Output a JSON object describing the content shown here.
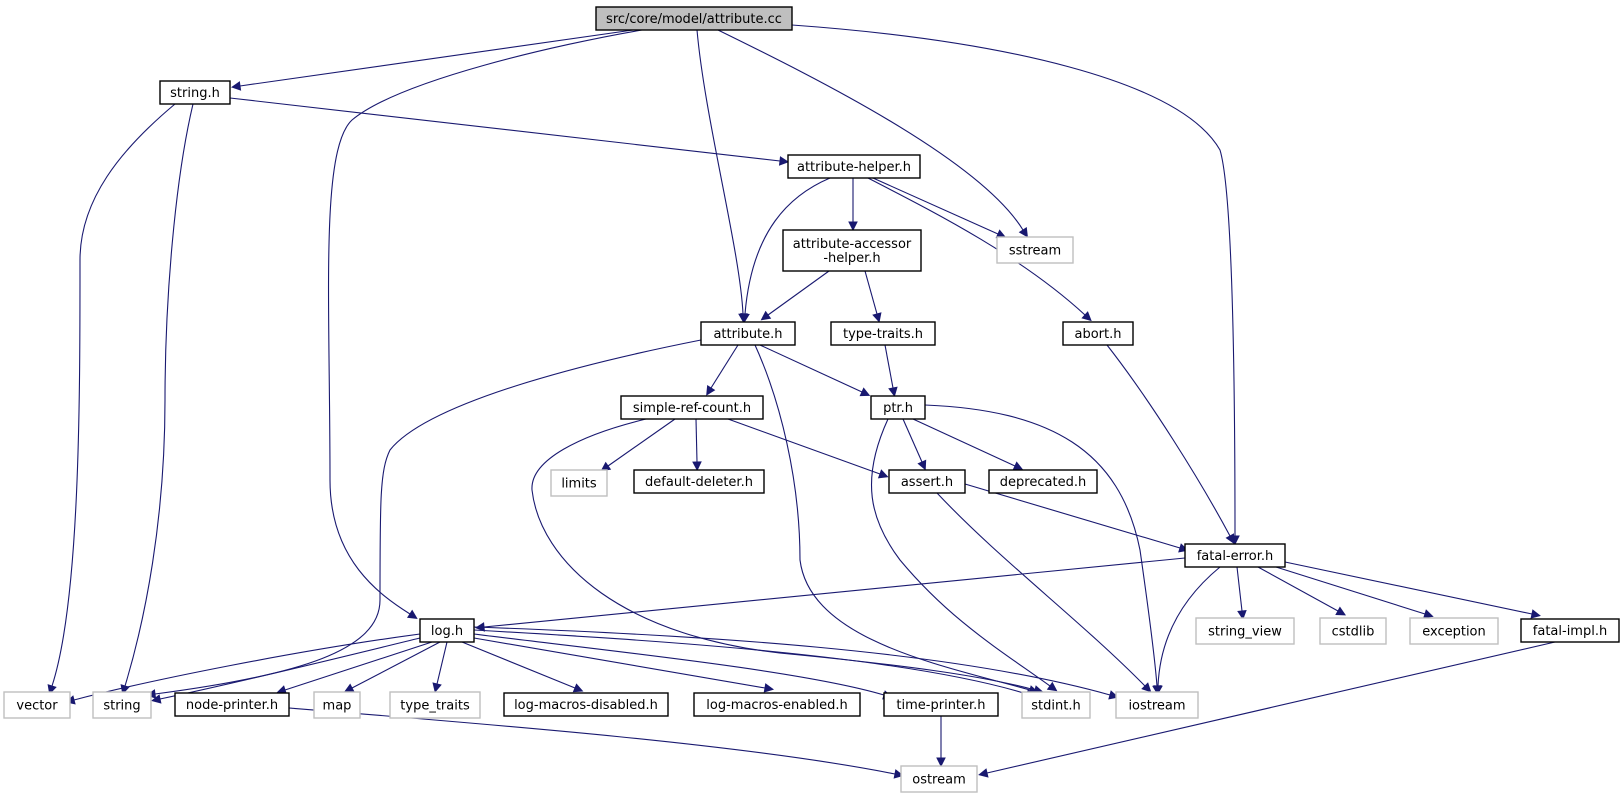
{
  "graph": {
    "colors": {
      "edge": "#191970",
      "root_fill": "#bfbfbf",
      "project_border": "#000000",
      "external_border": "#bfbfbf",
      "text": "#000000"
    },
    "nodes": [
      {
        "id": "attribute_cc",
        "label": "src/core/model/attribute.cc",
        "kind": "root"
      },
      {
        "id": "string_h",
        "label": "string.h",
        "kind": "project"
      },
      {
        "id": "attribute_helper_h",
        "label": "attribute-helper.h",
        "kind": "project"
      },
      {
        "id": "sstream",
        "label": "sstream",
        "kind": "external"
      },
      {
        "id": "attribute_accessor_helper_h",
        "label": "attribute-accessor\n-helper.h",
        "kind": "project"
      },
      {
        "id": "attribute_h",
        "label": "attribute.h",
        "kind": "project"
      },
      {
        "id": "type_traits_h",
        "label": "type-traits.h",
        "kind": "project"
      },
      {
        "id": "abort_h",
        "label": "abort.h",
        "kind": "project"
      },
      {
        "id": "simple_ref_count_h",
        "label": "simple-ref-count.h",
        "kind": "project"
      },
      {
        "id": "ptr_h",
        "label": "ptr.h",
        "kind": "project"
      },
      {
        "id": "limits",
        "label": "limits",
        "kind": "external"
      },
      {
        "id": "default_deleter_h",
        "label": "default-deleter.h",
        "kind": "project"
      },
      {
        "id": "assert_h",
        "label": "assert.h",
        "kind": "project"
      },
      {
        "id": "deprecated_h",
        "label": "deprecated.h",
        "kind": "project"
      },
      {
        "id": "fatal_error_h",
        "label": "fatal-error.h",
        "kind": "project"
      },
      {
        "id": "log_h",
        "label": "log.h",
        "kind": "project"
      },
      {
        "id": "string_view",
        "label": "string_view",
        "kind": "external"
      },
      {
        "id": "cstdlib",
        "label": "cstdlib",
        "kind": "external"
      },
      {
        "id": "exception",
        "label": "exception",
        "kind": "external"
      },
      {
        "id": "fatal_impl_h",
        "label": "fatal-impl.h",
        "kind": "project"
      },
      {
        "id": "vector",
        "label": "vector",
        "kind": "external"
      },
      {
        "id": "string",
        "label": "string",
        "kind": "external"
      },
      {
        "id": "node_printer_h",
        "label": "node-printer.h",
        "kind": "project"
      },
      {
        "id": "map",
        "label": "map",
        "kind": "external"
      },
      {
        "id": "type_traits",
        "label": "type_traits",
        "kind": "external"
      },
      {
        "id": "log_macros_disabled_h",
        "label": "log-macros-disabled.h",
        "kind": "project"
      },
      {
        "id": "log_macros_enabled_h",
        "label": "log-macros-enabled.h",
        "kind": "project"
      },
      {
        "id": "time_printer_h",
        "label": "time-printer.h",
        "kind": "project"
      },
      {
        "id": "stdint_h",
        "label": "stdint.h",
        "kind": "external"
      },
      {
        "id": "iostream",
        "label": "iostream",
        "kind": "external"
      },
      {
        "id": "ostream",
        "label": "ostream",
        "kind": "external"
      }
    ],
    "edges": [
      {
        "from": "attribute_cc",
        "to": "string_h"
      },
      {
        "from": "attribute_cc",
        "to": "log_h"
      },
      {
        "from": "attribute_cc",
        "to": "attribute_h"
      },
      {
        "from": "attribute_cc",
        "to": "sstream"
      },
      {
        "from": "attribute_cc",
        "to": "fatal_error_h"
      },
      {
        "from": "string_h",
        "to": "vector"
      },
      {
        "from": "string_h",
        "to": "string"
      },
      {
        "from": "string_h",
        "to": "attribute_helper_h"
      },
      {
        "from": "attribute_helper_h",
        "to": "attribute_h"
      },
      {
        "from": "attribute_helper_h",
        "to": "attribute_accessor_helper_h"
      },
      {
        "from": "attribute_helper_h",
        "to": "sstream"
      },
      {
        "from": "attribute_helper_h",
        "to": "abort_h"
      },
      {
        "from": "attribute_accessor_helper_h",
        "to": "attribute_h"
      },
      {
        "from": "attribute_accessor_helper_h",
        "to": "type_traits_h"
      },
      {
        "from": "type_traits_h",
        "to": "ptr_h"
      },
      {
        "from": "abort_h",
        "to": "fatal_error_h"
      },
      {
        "from": "attribute_h",
        "to": "string"
      },
      {
        "from": "attribute_h",
        "to": "simple_ref_count_h"
      },
      {
        "from": "attribute_h",
        "to": "ptr_h"
      },
      {
        "from": "attribute_h",
        "to": "stdint_h"
      },
      {
        "from": "simple_ref_count_h",
        "to": "limits"
      },
      {
        "from": "simple_ref_count_h",
        "to": "default_deleter_h"
      },
      {
        "from": "simple_ref_count_h",
        "to": "assert_h"
      },
      {
        "from": "simple_ref_count_h",
        "to": "stdint_h"
      },
      {
        "from": "ptr_h",
        "to": "assert_h"
      },
      {
        "from": "ptr_h",
        "to": "deprecated_h"
      },
      {
        "from": "ptr_h",
        "to": "stdint_h"
      },
      {
        "from": "ptr_h",
        "to": "iostream"
      },
      {
        "from": "assert_h",
        "to": "fatal_error_h"
      },
      {
        "from": "assert_h",
        "to": "iostream"
      },
      {
        "from": "fatal_error_h",
        "to": "log_h"
      },
      {
        "from": "fatal_error_h",
        "to": "string_view"
      },
      {
        "from": "fatal_error_h",
        "to": "cstdlib"
      },
      {
        "from": "fatal_error_h",
        "to": "exception"
      },
      {
        "from": "fatal_error_h",
        "to": "fatal_impl_h"
      },
      {
        "from": "fatal_error_h",
        "to": "iostream"
      },
      {
        "from": "fatal_impl_h",
        "to": "ostream"
      },
      {
        "from": "log_h",
        "to": "vector"
      },
      {
        "from": "log_h",
        "to": "string"
      },
      {
        "from": "log_h",
        "to": "node_printer_h"
      },
      {
        "from": "log_h",
        "to": "map"
      },
      {
        "from": "log_h",
        "to": "type_traits"
      },
      {
        "from": "log_h",
        "to": "log_macros_disabled_h"
      },
      {
        "from": "log_h",
        "to": "log_macros_enabled_h"
      },
      {
        "from": "log_h",
        "to": "time_printer_h"
      },
      {
        "from": "log_h",
        "to": "stdint_h"
      },
      {
        "from": "log_h",
        "to": "iostream"
      },
      {
        "from": "node_printer_h",
        "to": "ostream"
      },
      {
        "from": "time_printer_h",
        "to": "ostream"
      }
    ]
  }
}
